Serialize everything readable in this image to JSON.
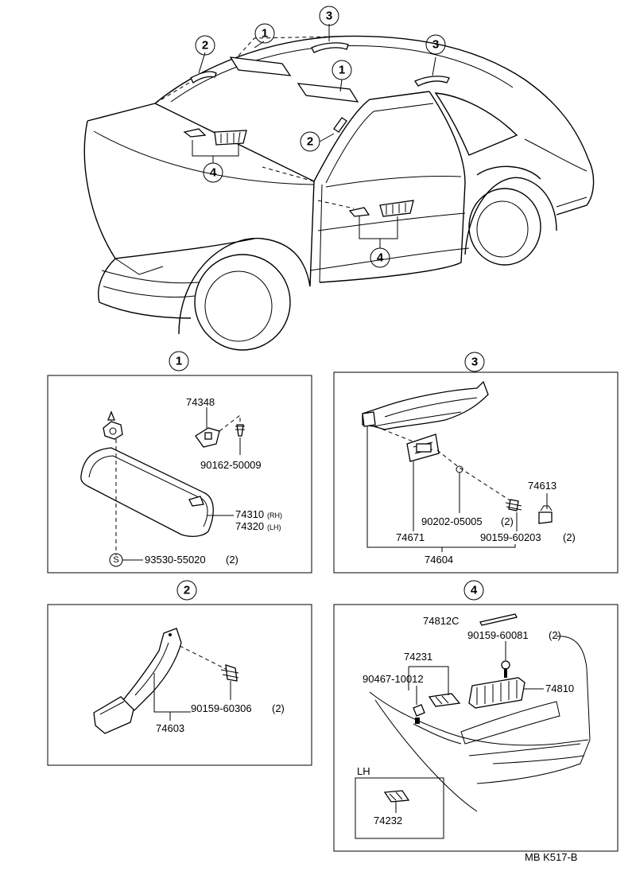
{
  "callouts": {
    "c1": "1",
    "c2": "2",
    "c3": "3",
    "c4": "4"
  },
  "panel1": {
    "p74348": "74348",
    "p90162": "90162-50009",
    "p74310": "74310",
    "p74310_sub": "(RH)",
    "p74320": "74320",
    "p74320_sub": "(LH)",
    "s_mark": "S",
    "p93530": "93530-55020",
    "p93530_qty": "(2)"
  },
  "panel2": {
    "p90159": "90159-60306",
    "p90159_qty": "(2)",
    "p74603": "74603"
  },
  "panel3": {
    "p74613": "74613",
    "p90202": "90202-05005",
    "p90202_qty": "(2)",
    "p74671": "74671",
    "p90159": "90159-60203",
    "p90159_qty": "(2)",
    "p74604": "74604"
  },
  "panel4": {
    "p74812c": "74812C",
    "p90159": "90159-60081",
    "p90159_qty": "(2)",
    "p74231": "74231",
    "p90467": "90467-10012",
    "p74810": "74810",
    "lh_label": "LH",
    "p74232": "74232"
  },
  "ref_code": "MB K517-B"
}
